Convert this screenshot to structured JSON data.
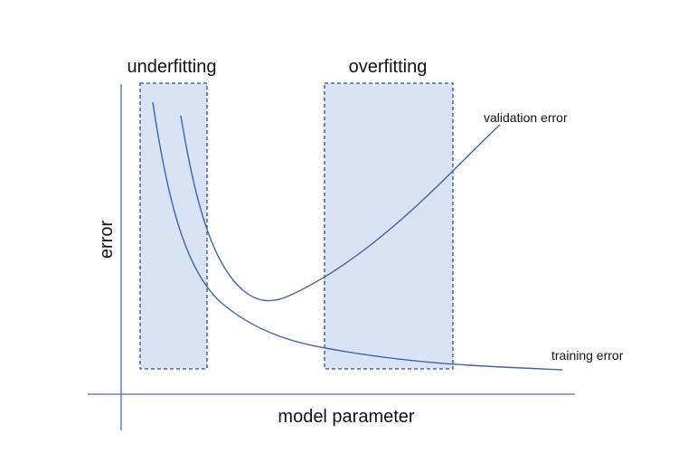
{
  "regions": {
    "underfitting": "underfitting",
    "overfitting": "overfitting"
  },
  "axes": {
    "y_label": "error",
    "x_label": "model parameter"
  },
  "curves": {
    "validation": "validation error",
    "training": "training error"
  },
  "colors": {
    "line": "#3f64a8",
    "region_fill": "#dae3f3",
    "region_border": "#2f528f"
  }
}
